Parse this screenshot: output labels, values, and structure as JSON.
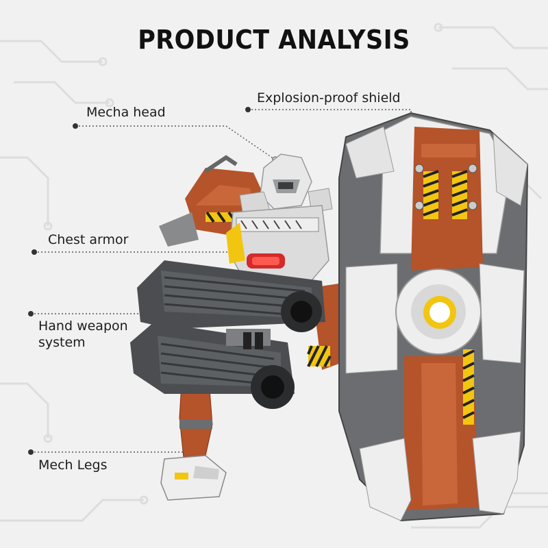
{
  "page": {
    "title": "PRODUCT ANALYSIS"
  },
  "callouts": {
    "mecha_head": "Mecha head",
    "explosion_proof_shield": "Explosion-proof shield",
    "chest_armor": "Chest armor",
    "hand_weapon_line1": "Hand weapon",
    "hand_weapon_line2": "system",
    "mech_legs": "Mech Legs"
  },
  "colors": {
    "background": "#f1f1f1",
    "circuit_lines": "#dcdcdc",
    "armor_orange": "#b5532a",
    "armor_white": "#eeeeee",
    "metal_grey": "#6b6d70",
    "dark_grey": "#3a3c3e",
    "hazard_yellow": "#f2c511",
    "visor_red": "#d42a2a",
    "text": "#111111"
  }
}
